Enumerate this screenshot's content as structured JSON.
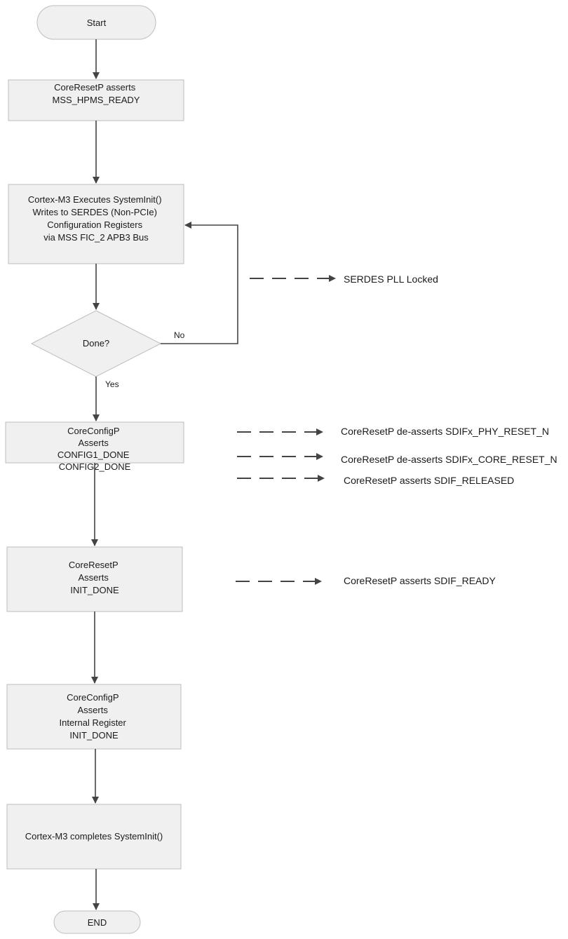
{
  "nodes": {
    "start": "Start",
    "step1": [
      "CoreResetP asserts",
      "MSS_HPMS_READY"
    ],
    "step2": [
      "Cortex-M3 Executes SystemInit()",
      "Writes to SERDES (Non-PCIe)",
      "Configuration Registers",
      "via MSS FIC_2 APB3 Bus"
    ],
    "decision": "Done?",
    "step3": [
      "CoreConfigP",
      "Asserts",
      "CONFIG1_DONE",
      "CONFIG2_DONE"
    ],
    "step4": [
      "CoreResetP",
      "Asserts",
      "INIT_DONE"
    ],
    "step5": [
      "CoreConfigP",
      "Asserts",
      "Internal Register",
      "INIT_DONE"
    ],
    "step6": "Cortex-M3 completes SystemInit()",
    "end": "END"
  },
  "edge_labels": {
    "no": "No",
    "yes": "Yes"
  },
  "side_notes": {
    "pll": "SERDES  PLL Locked",
    "phy_reset": "CoreResetP de-asserts SDIFx_PHY_RESET_N",
    "core_reset": "CoreResetP  de-asserts SDIFx_CORE_RESET_N",
    "released": "CoreResetP asserts SDIF_RELEASED",
    "ready": "CoreResetP asserts SDIF_READY"
  }
}
